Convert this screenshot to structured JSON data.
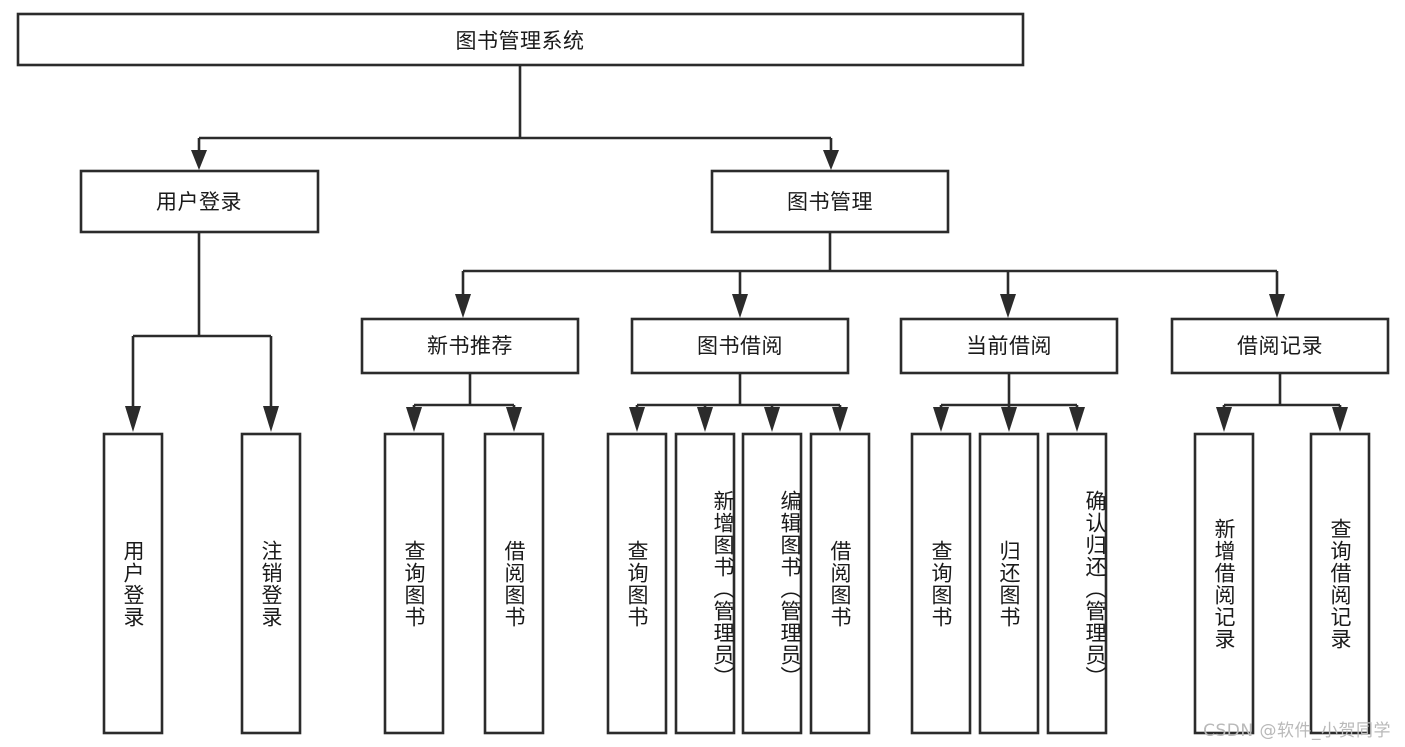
{
  "diagram": {
    "type": "tree-hierarchy-flowchart",
    "title_node": {
      "label": "图书管理系统"
    },
    "level2": [
      {
        "id": "user-login",
        "label": "用户登录"
      },
      {
        "id": "book-management",
        "label": "图书管理"
      }
    ],
    "level3": [
      {
        "id": "new-book-recommend",
        "label": "新书推荐",
        "parent": "book-management"
      },
      {
        "id": "book-borrow",
        "label": "图书借阅",
        "parent": "book-management"
      },
      {
        "id": "current-borrow",
        "label": "当前借阅",
        "parent": "book-management"
      },
      {
        "id": "borrow-record",
        "label": "借阅记录",
        "parent": "book-management"
      }
    ],
    "leaves": [
      {
        "id": "leaf-user-login",
        "label": "用户登录",
        "parent": "user-login"
      },
      {
        "id": "leaf-logout-login",
        "label": "注销登录",
        "parent": "user-login"
      },
      {
        "id": "leaf-query-book-1",
        "label": "查询图书",
        "parent": "new-book-recommend"
      },
      {
        "id": "leaf-borrow-book-1",
        "label": "借阅图书",
        "parent": "new-book-recommend"
      },
      {
        "id": "leaf-query-book-2",
        "label": "查询图书",
        "parent": "book-borrow"
      },
      {
        "id": "leaf-add-book-admin",
        "label": "新增图书（管理员）",
        "parent": "book-borrow"
      },
      {
        "id": "leaf-edit-book-admin",
        "label": "编辑图书（管理员）",
        "parent": "book-borrow"
      },
      {
        "id": "leaf-borrow-book-2",
        "label": "借阅图书",
        "parent": "book-borrow"
      },
      {
        "id": "leaf-query-book-3",
        "label": "查询图书",
        "parent": "current-borrow"
      },
      {
        "id": "leaf-return-book",
        "label": "归还图书",
        "parent": "current-borrow"
      },
      {
        "id": "leaf-confirm-return-admin",
        "label": "确认归还（管理员）",
        "parent": "current-borrow"
      },
      {
        "id": "leaf-add-borrow-record",
        "label": "新增借阅记录",
        "parent": "borrow-record"
      },
      {
        "id": "leaf-query-borrow-record",
        "label": "查询借阅记录",
        "parent": "borrow-record"
      }
    ],
    "colors": {
      "stroke": "#2b2b2b",
      "box_fill": "#ffffff",
      "text": "#1a1a1a",
      "background": "#ffffff",
      "watermark": "#b9b9b9"
    }
  },
  "watermark": {
    "text": "CSDN @软件_小贺同学"
  }
}
